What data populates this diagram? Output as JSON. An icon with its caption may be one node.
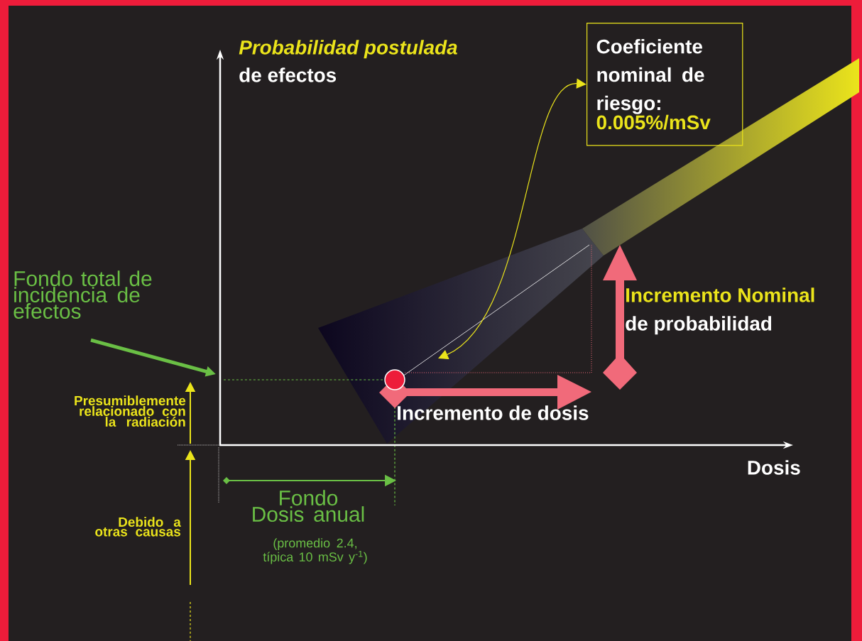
{
  "diagram": {
    "nodes": [
      {
        "text": [
          "Coeficiente nominal de riesgo:",
          "0.005%/mSv"
        ]
      },
      {
        "text": [
          "Fondo total de incidencia de efectos"
        ]
      },
      {
        "text": [],
        "shape": "circle"
      }
    ],
    "edges": [
      {
        "from": 0,
        "to": null,
        "arrow": "both",
        "color": "#ebe41b"
      },
      {
        "from": 1,
        "to": null,
        "arrow": "to",
        "style": "thick",
        "color": "#6abf45"
      }
    ],
    "labels": [
      "Probabilidad postulada",
      "de efectos",
      "Presumiblemente relacionado con la radiación",
      "Incremento Nominal",
      "de probabilidad",
      "Incremento de dosis",
      "Dosis",
      "Fondo Dosis anual",
      "(promedio 2.4, típica 10 mSv y$^{-1}$)",
      "Debido a otras causas"
    ]
  }
}
